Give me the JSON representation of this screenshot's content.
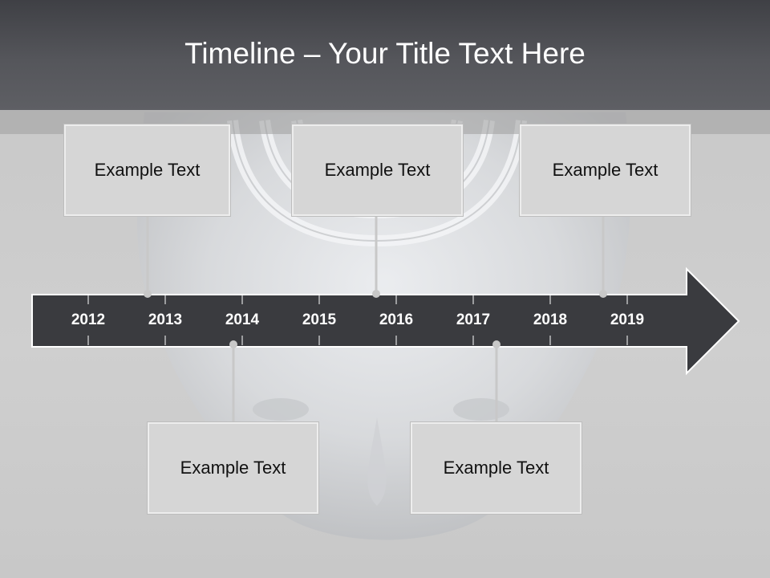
{
  "slide": {
    "title": "Timeline – Your Title Text Here"
  },
  "timeline": {
    "years": [
      "2012",
      "2013",
      "2014",
      "2015",
      "2016",
      "2017",
      "2018",
      "2019"
    ],
    "events": [
      {
        "text": "Example Text",
        "position": "above"
      },
      {
        "text": "Example Text",
        "position": "above"
      },
      {
        "text": "Example Text",
        "position": "above"
      },
      {
        "text": "Example Text",
        "position": "below"
      },
      {
        "text": "Example Text",
        "position": "below"
      }
    ]
  },
  "colors": {
    "header": "#4a4b50",
    "arrow_fill": "#3a3b3f",
    "arrow_stroke": "#ffffff",
    "box_fill": "#d6d6d6",
    "connector": "#c8c8c8"
  }
}
